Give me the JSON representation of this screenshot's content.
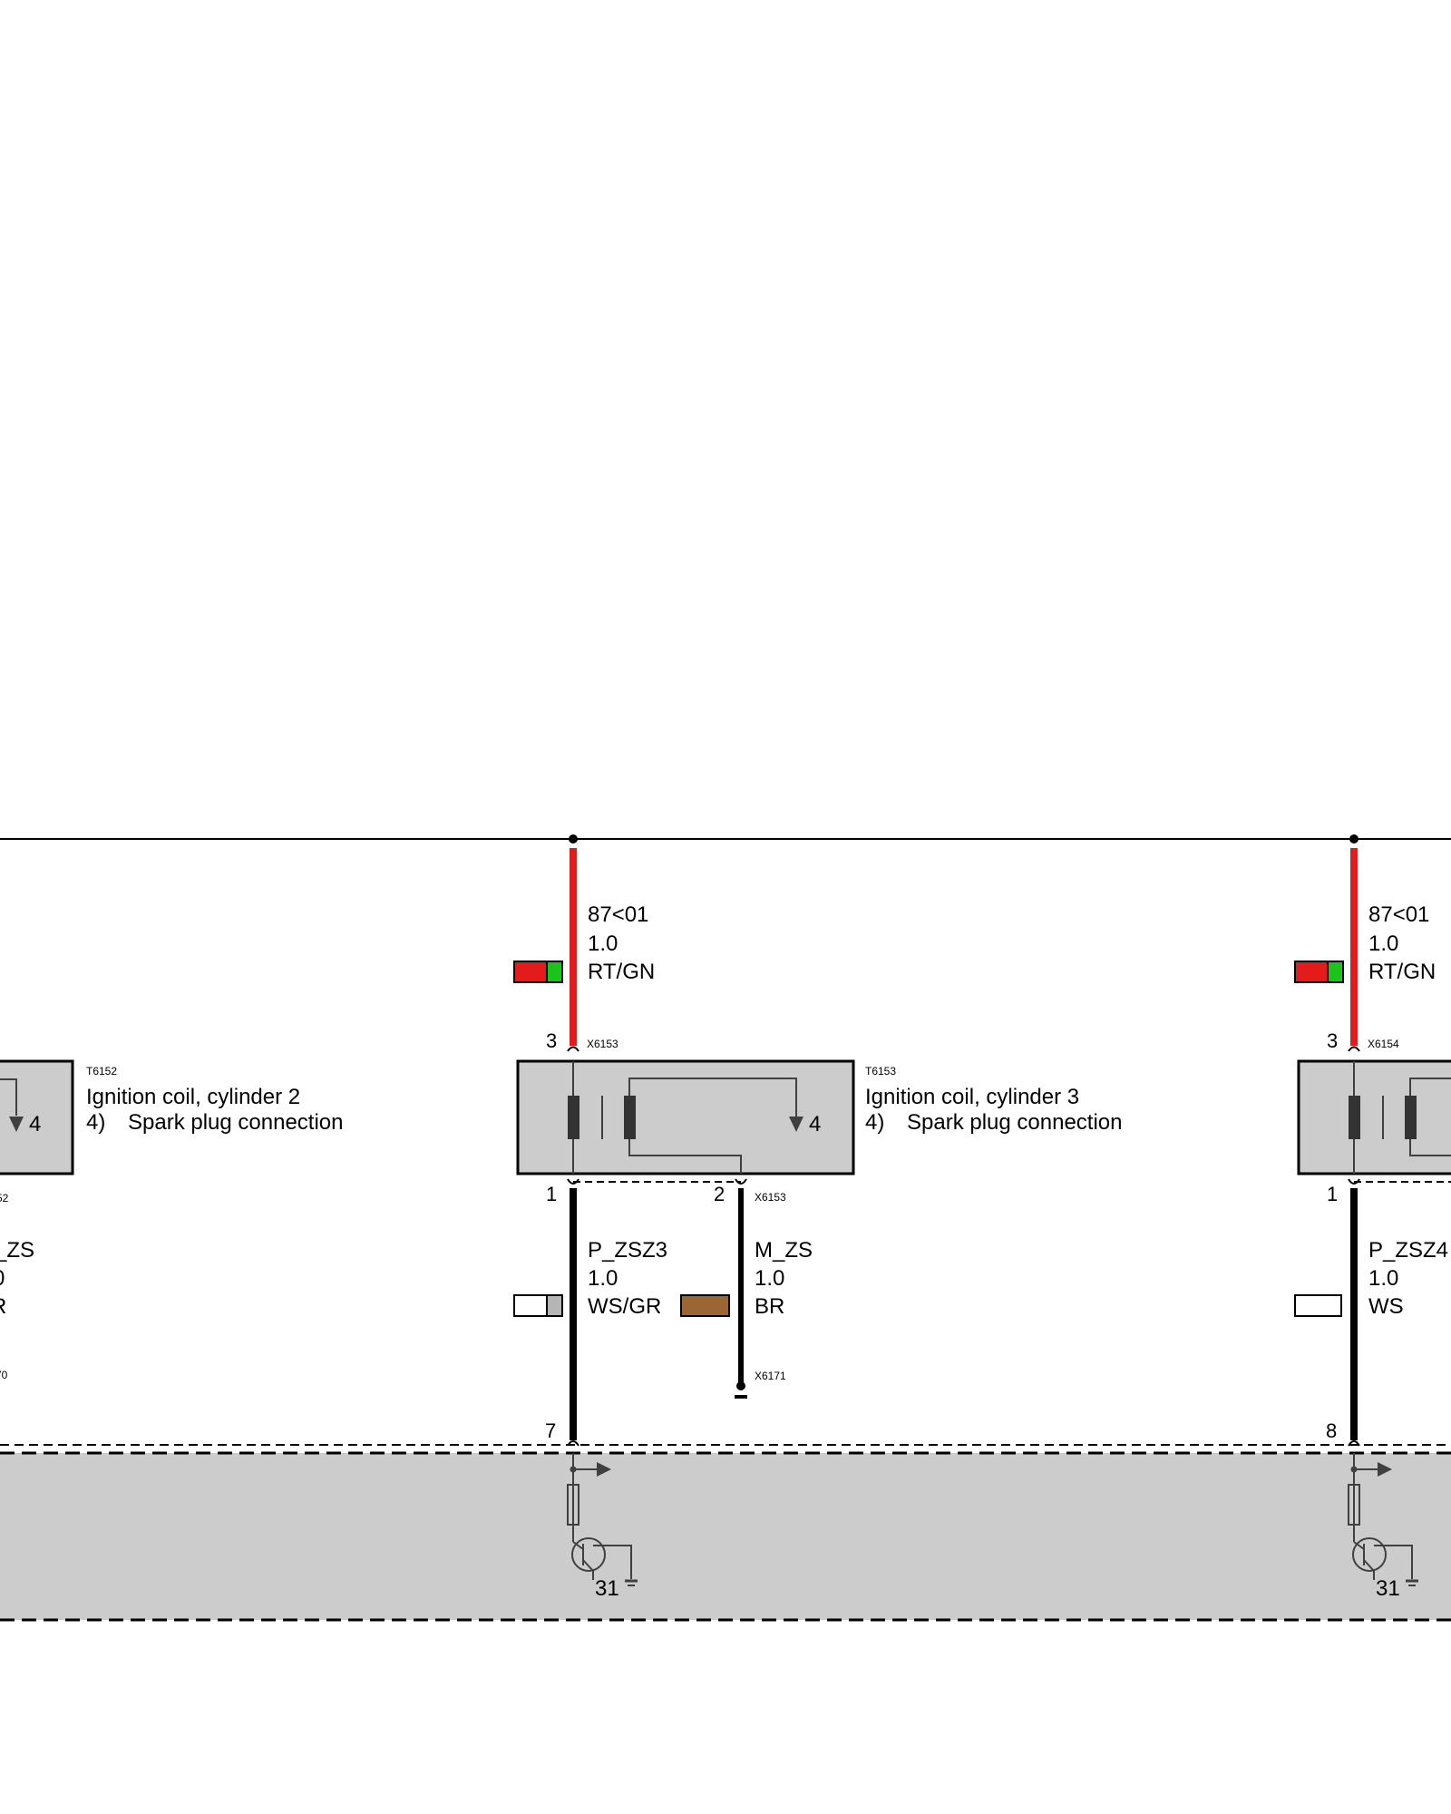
{
  "colors": {
    "wire_red": "#e41b1b",
    "wire_black": "#000000",
    "wire_brown": "#9b6534",
    "swatch_green": "#1bc41b",
    "swatch_grey": "#b5b5b5",
    "swatch_white": "#ffffff",
    "module_fill": "#cccccc",
    "symbol_grey": "#404040"
  },
  "coil2": {
    "ref": "T6152",
    "title": "Ignition coil, cylinder 2",
    "note_num": "4)",
    "note_text": "Spark plug connection",
    "out_pin": "4",
    "conn_fragment": "52",
    "ground_label_fragment": "_ZS",
    "ground_size_fragment": "0",
    "ground_color_fragment": "R",
    "ground_conn_fragment": "70"
  },
  "coil3": {
    "ref": "T6153",
    "title": "Ignition coil, cylinder 3",
    "note_num": "4)",
    "note_text": "Spark plug connection",
    "out_pin": "4",
    "supply": {
      "label": "87<01",
      "size": "1.0",
      "color": "RT/GN",
      "pin": "3",
      "connector": "X6153"
    },
    "signal": {
      "label": "P_ZSZ3",
      "size": "1.0",
      "color": "WS/GR",
      "pin": "1",
      "ecu_pin": "7"
    },
    "ground": {
      "label": "M_ZS",
      "size": "1.0",
      "color": "BR",
      "pin": "2",
      "connector": "X6153",
      "end_connector": "X6171"
    },
    "ecu_ground": "31"
  },
  "coil4": {
    "supply": {
      "label": "87<01",
      "size": "1.0",
      "color": "RT/GN",
      "pin": "3",
      "connector": "X6154"
    },
    "signal": {
      "label": "P_ZSZ4",
      "size": "1.0",
      "color": "WS",
      "pin": "1",
      "ecu_pin": "8"
    },
    "ecu_ground": "31"
  }
}
